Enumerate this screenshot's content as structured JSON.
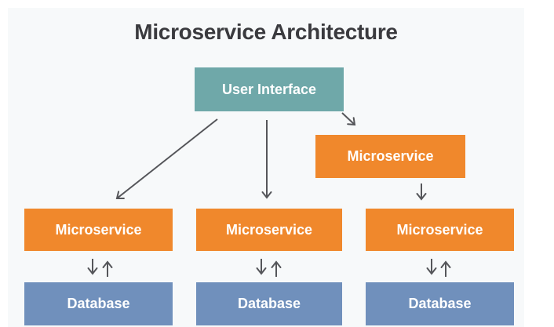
{
  "title": "Microservice Architecture",
  "nodes": {
    "user_interface": {
      "label": "User Interface",
      "fill": "#6FA8A9"
    },
    "microservice_top": {
      "label": "Microservice",
      "fill": "#F0882C"
    },
    "microservice_left": {
      "label": "Microservice",
      "fill": "#F0882C"
    },
    "microservice_center": {
      "label": "Microservice",
      "fill": "#F0882C"
    },
    "microservice_right": {
      "label": "Microservice",
      "fill": "#F0882C"
    },
    "database_left": {
      "label": "Database",
      "fill": "#7090BC"
    },
    "database_center": {
      "label": "Database",
      "fill": "#7090BC"
    },
    "database_right": {
      "label": "Database",
      "fill": "#7090BC"
    }
  },
  "edges": [
    {
      "from": "user_interface",
      "to": "microservice_left",
      "type": "arrow"
    },
    {
      "from": "user_interface",
      "to": "microservice_center",
      "type": "arrow"
    },
    {
      "from": "user_interface",
      "to": "microservice_top",
      "type": "arrow"
    },
    {
      "from": "microservice_top",
      "to": "microservice_right",
      "type": "arrow"
    },
    {
      "from": "microservice_left",
      "to": "database_left",
      "type": "bidirectional"
    },
    {
      "from": "microservice_center",
      "to": "database_center",
      "type": "bidirectional"
    },
    {
      "from": "microservice_right",
      "to": "database_right",
      "type": "bidirectional"
    }
  ],
  "colors": {
    "page_background": "#FFFFFF",
    "canvas_background": "#F7F9FA",
    "teal": "#6FA8A9",
    "orange": "#F0882C",
    "blue": "#7090BC",
    "arrow": "#55565A",
    "title_text": "#3A3A3E",
    "node_text": "#FFFFFF"
  }
}
